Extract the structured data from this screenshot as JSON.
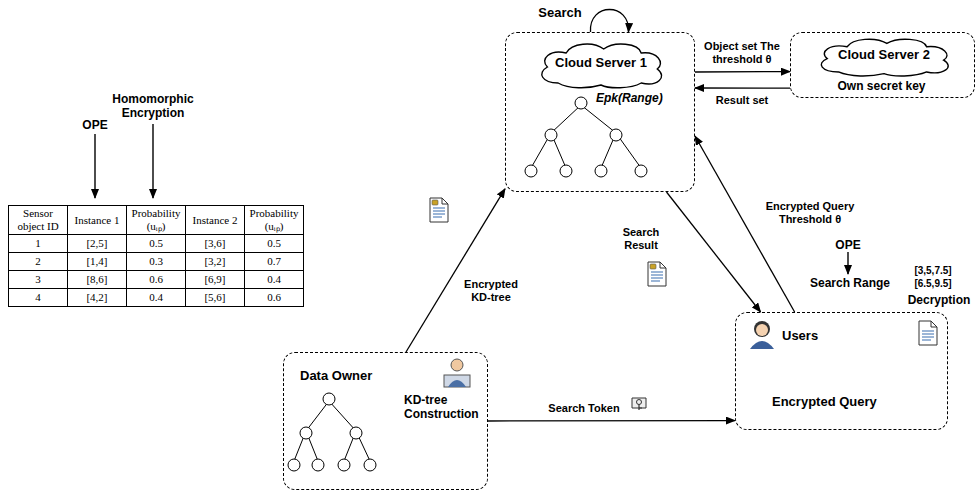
{
  "diagram": {
    "nodes": [
      {
        "text": [
          "Epk(Range)"
        ]
      },
      {
        "text": [
          "Cloud Server 1"
        ],
        "in": 0
      },
      {
        "text": [
          "Own secret key"
        ]
      },
      {
        "text": [
          "Cloud Server 2"
        ],
        "in": 2
      },
      {
        "text": [
          "Data Owner",
          "KD-tree Construction"
        ]
      },
      {
        "text": [
          "Users",
          "Encrypted Query"
        ]
      }
    ],
    "edges": [
      {
        "from": 0,
        "to": 0,
        "label": "Search",
        "arrow": "to"
      },
      {
        "from": 0,
        "to": 2,
        "label": "Object set The threshold θ",
        "arrow": "to"
      },
      {
        "from": 2,
        "to": 0,
        "label": "Result set",
        "arrow": "to"
      },
      {
        "from": 4,
        "to": 0,
        "label": "Encrypted KD-tree",
        "arrow": "to"
      },
      {
        "from": 4,
        "to": 5,
        "label": "Search Token",
        "arrow": "to"
      },
      {
        "from": 5,
        "to": 0,
        "label": "Encrypted Query Threshold θ",
        "arrow": "to"
      },
      {
        "from": 0,
        "to": 5,
        "label": "Search Result",
        "arrow": "to"
      }
    ],
    "labels": [
      "OPE",
      "Homomorphic Encryption",
      "Sensor object ID",
      "Instance 1",
      "Probability (uᵢₚ)",
      "Instance 2",
      "Probability (uᵢₚ)",
      "1",
      "[2,5]",
      "0.5",
      "[3,6]",
      "0.5",
      "2",
      "[1,4]",
      "0.3",
      "[3,2]",
      "0.7",
      "3",
      "[8,6]",
      "0.6",
      "[6,9]",
      "0.4",
      "4",
      "[4,2]",
      "0.4",
      "[5,6]",
      "0.6",
      "OPE",
      "Search Range",
      "[3,5,7.5]",
      "[6.5,9.5]",
      "Decryption"
    ]
  }
}
